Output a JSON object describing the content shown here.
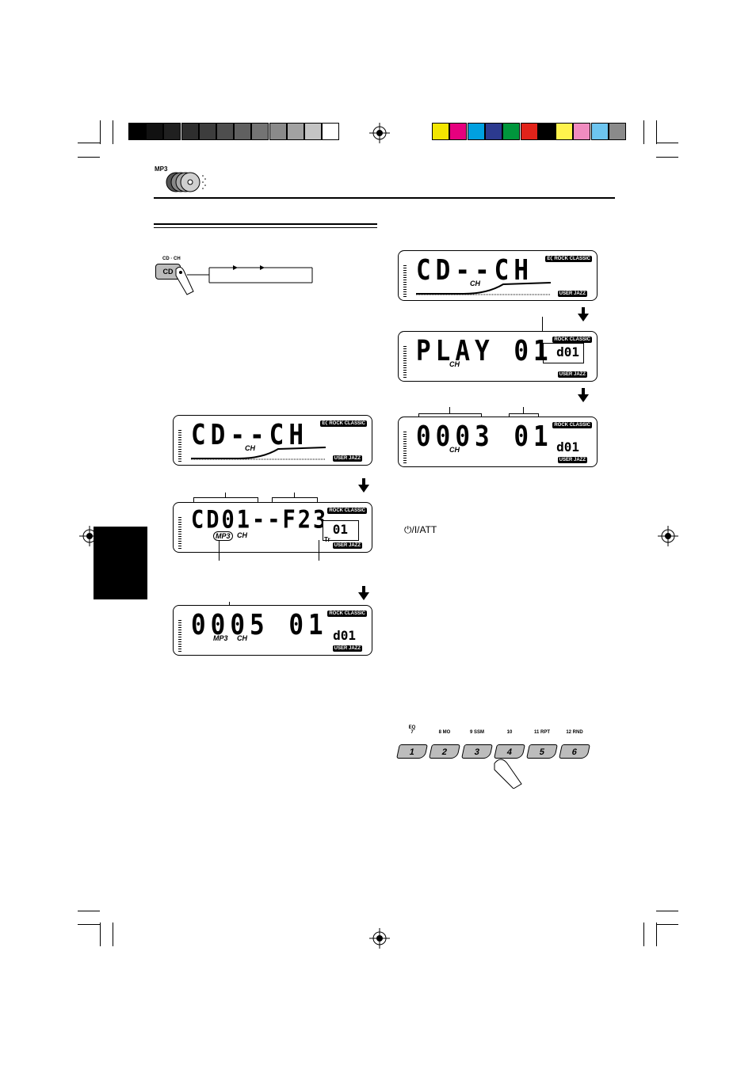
{
  "header": {
    "mp3_label": "MP3"
  },
  "gray_swatches": [
    "#000000",
    "#111111",
    "#202020",
    "#2e2e2e",
    "#3d3d3d",
    "#4e4e4e",
    "#606060",
    "#747474",
    "#8a8a8a",
    "#a2a2a2",
    "#c4c4c4",
    "#ffffff"
  ],
  "color_swatches": [
    "#f3e600",
    "#e6007e",
    "#00a0e0",
    "#2c3a8f",
    "#00963c",
    "#e2231a",
    "#000000",
    "#fff34d",
    "#f08cc0",
    "#6dc5ef",
    "#8a8a8a"
  ],
  "cd_button": {
    "top_label": "CD · CH",
    "label": "CD"
  },
  "power_label": "⏻/I/ATT",
  "displays": {
    "left1": {
      "text": "CD--CH",
      "ch": "CH",
      "eq_badge": "EQ",
      "top_label": "ROCK CLASSIC",
      "bottom_label": "USER JAZZ"
    },
    "left2": {
      "text": "CD01--F23",
      "ch": "CH",
      "mp3": "MP3",
      "disc": "01",
      "tr": "Tr",
      "top_label": "ROCK CLASSIC",
      "bottom_label": "USER JAZZ"
    },
    "left3": {
      "text": "0005   01",
      "ch": "CH",
      "mp3": "MP3",
      "disc": "d01",
      "top_label": "ROCK CLASSIC",
      "bottom_label": "USER JAZZ"
    },
    "right1": {
      "text": "CD--CH",
      "ch": "CH",
      "eq_badge": "EQ",
      "top_label": "ROCK CLASSIC",
      "bottom_label": "USER JAZZ"
    },
    "right2": {
      "text": "PLAY   01",
      "ch": "CH",
      "disc": "d01",
      "top_label": "ROCK CLASSIC",
      "bottom_label": "USER JAZZ"
    },
    "right3": {
      "text": "0003   01",
      "ch": "CH",
      "disc": "d01",
      "top_label": "ROCK CLASSIC",
      "bottom_label": "USER JAZZ"
    }
  },
  "preset_buttons": [
    {
      "label": "1",
      "top": "EQ\n7"
    },
    {
      "label": "2",
      "top": "8 MO"
    },
    {
      "label": "3",
      "top": "9 SSM"
    },
    {
      "label": "4",
      "top": "10"
    },
    {
      "label": "5",
      "top": "11 RPT"
    },
    {
      "label": "6",
      "top": "12 RND"
    }
  ]
}
